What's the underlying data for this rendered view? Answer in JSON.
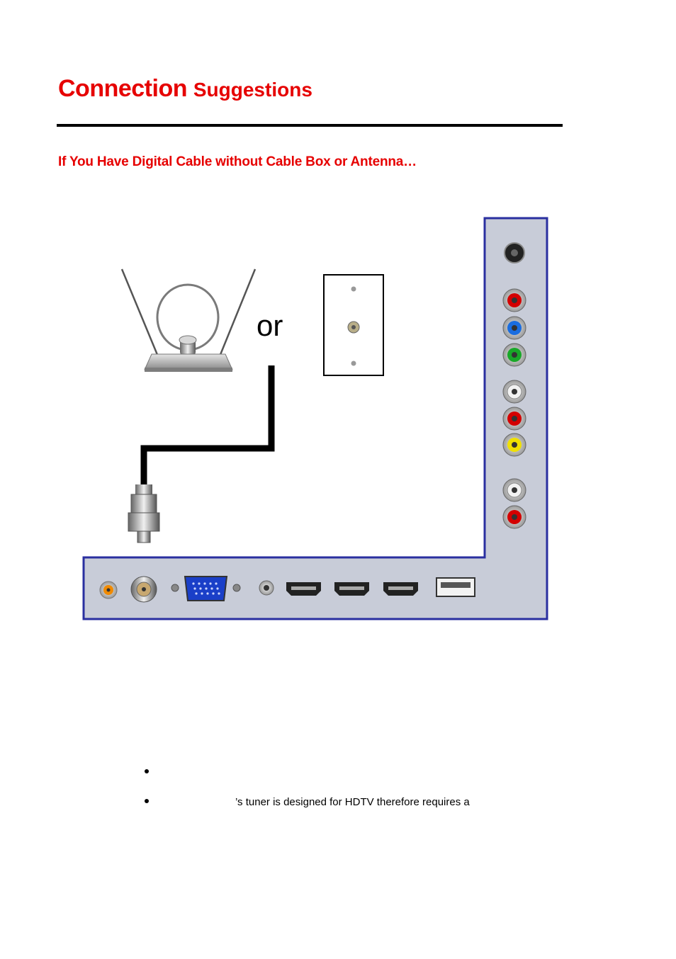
{
  "heading": {
    "word1": "Connection",
    "word2": "Suggestions"
  },
  "subheading": "If You Have Digital Cable without Cable Box or Antenna…",
  "diagram": {
    "or_label": "or"
  },
  "bullets": [
    {
      "text": ""
    },
    {
      "text": "’s tuner is designed for HDTV therefore requires a"
    }
  ],
  "colors": {
    "heading": "#e60000",
    "panel": "#c8ccd8",
    "panel_border": "#2a2fa0"
  }
}
